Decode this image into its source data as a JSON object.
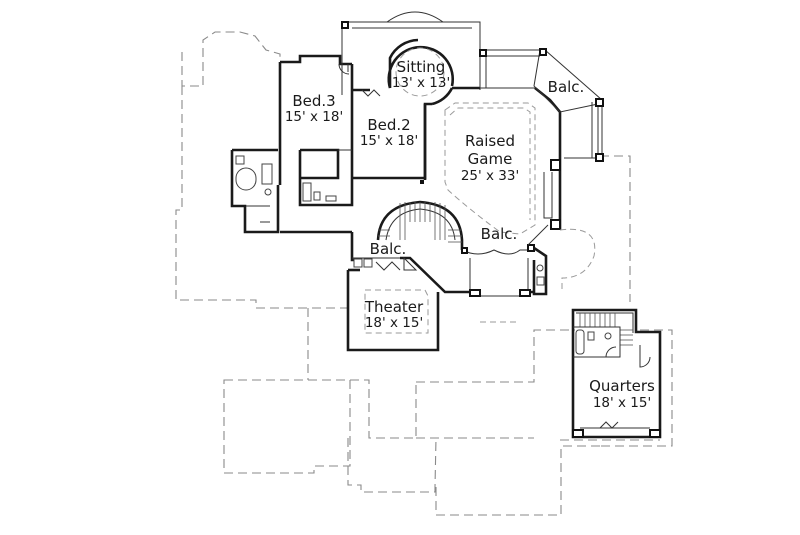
{
  "floor_plan": {
    "rooms": [
      {
        "id": "sitting",
        "name": "Sitting",
        "size": "13' x 13'"
      },
      {
        "id": "bed3",
        "name": "Bed.3",
        "size": "15' x 18'"
      },
      {
        "id": "bed2",
        "name": "Bed.2",
        "size": "15' x 18'"
      },
      {
        "id": "raised-game",
        "name": "Raised",
        "name2": "Game",
        "size": "25' x 33'"
      },
      {
        "id": "theater",
        "name": "Theater",
        "size": "18' x 15'"
      },
      {
        "id": "quarters",
        "name": "Quarters",
        "size": "18' x 15'"
      }
    ],
    "balconies": [
      {
        "id": "balc-top-right",
        "name": "Balc."
      },
      {
        "id": "balc-center-left",
        "name": "Balc."
      },
      {
        "id": "balc-center-right",
        "name": "Balc."
      }
    ],
    "colors": {
      "wall": "#1a1a1a",
      "outline_dashed": "#8a8a8a",
      "background": "#ffffff"
    }
  }
}
